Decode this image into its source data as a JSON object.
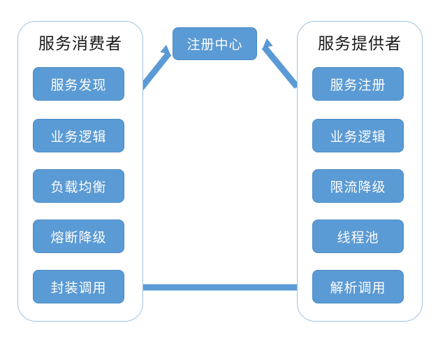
{
  "diagram": {
    "title_consumer": "服务消费者",
    "title_provider": "服务提供者",
    "registry": {
      "label": "注册中心",
      "name": "registry-center-node"
    },
    "consumer": {
      "panel_name": "service-consumer-panel",
      "nodes": [
        {
          "label": "服务发现",
          "name": "node-service-discovery"
        },
        {
          "label": "业务逻辑",
          "name": "node-business-logic-consumer"
        },
        {
          "label": "负载均衡",
          "name": "node-load-balancing"
        },
        {
          "label": "熔断降级",
          "name": "node-circuit-breaker"
        },
        {
          "label": "封装调用",
          "name": "node-wrap-invoke"
        }
      ]
    },
    "provider": {
      "panel_name": "service-provider-panel",
      "nodes": [
        {
          "label": "服务注册",
          "name": "node-service-registration"
        },
        {
          "label": "业务逻辑",
          "name": "node-business-logic-provider"
        },
        {
          "label": "限流降级",
          "name": "node-rate-limit-degrade"
        },
        {
          "label": "线程池",
          "name": "node-thread-pool"
        },
        {
          "label": "解析调用",
          "name": "node-parse-invoke"
        }
      ]
    },
    "connectors": {
      "consumer_registry": "双向箭头",
      "provider_registry": "双向箭头",
      "consumer_provider": "双向箭头"
    },
    "colors": {
      "node_fill": "#5B9BD5",
      "node_stroke": "#4A8AC4",
      "panel_stroke": "#9DC3E6",
      "arrow": "#4F8FC4",
      "node_text": "#FFFFFF",
      "title_text": "#1A1A1A",
      "background": "#FFFFFF"
    }
  }
}
